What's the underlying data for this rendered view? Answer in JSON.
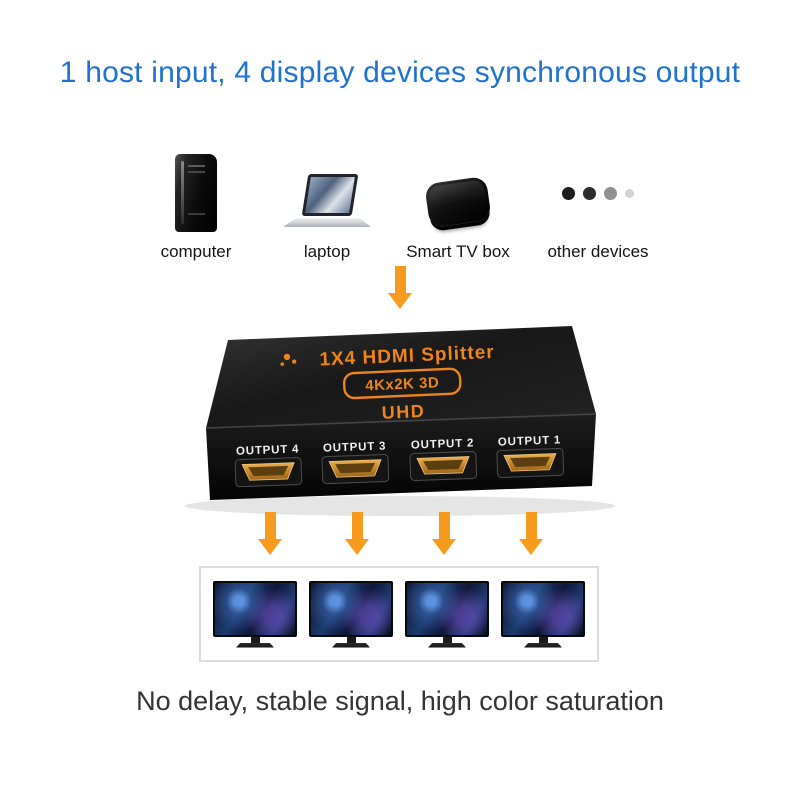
{
  "title": "1 host input, 4 display devices synchronous output",
  "source_devices": [
    {
      "label": "computer"
    },
    {
      "label": "laptop"
    },
    {
      "label": "Smart TV box"
    },
    {
      "label": "other devices"
    }
  ],
  "splitter": {
    "brand_line": "1X4 HDMI Splitter",
    "spec_badge": "4Kx2K 3D",
    "uhd_label": "UHD",
    "outputs": [
      {
        "label": "OUTPUT 4"
      },
      {
        "label": "OUTPUT 3"
      },
      {
        "label": "OUTPUT 2"
      },
      {
        "label": "OUTPUT 1"
      }
    ]
  },
  "footer": "No delay, stable signal, high color saturation",
  "colors": {
    "title_blue": "#1e72d0",
    "arrow_orange": "#f79b1e",
    "splitter_text_orange": "#ef8418",
    "port_gold": "#c8872c"
  }
}
